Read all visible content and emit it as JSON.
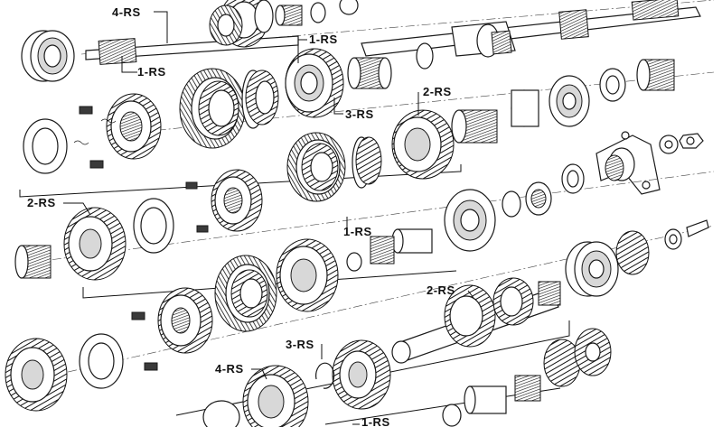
{
  "callouts": [
    {
      "id": "c1",
      "text": "4-RS"
    },
    {
      "id": "c2",
      "text": "1-RS"
    },
    {
      "id": "c3",
      "text": "1-RS"
    },
    {
      "id": "c4",
      "text": "3-RS"
    },
    {
      "id": "c5",
      "text": "2-RS"
    },
    {
      "id": "c6",
      "text": "2-RS"
    },
    {
      "id": "c7",
      "text": "1-RS"
    },
    {
      "id": "c8",
      "text": "2-RS"
    },
    {
      "id": "c9",
      "text": "3-RS"
    },
    {
      "id": "c10",
      "text": "4-RS"
    },
    {
      "id": "c11",
      "text": "1-RS"
    }
  ]
}
